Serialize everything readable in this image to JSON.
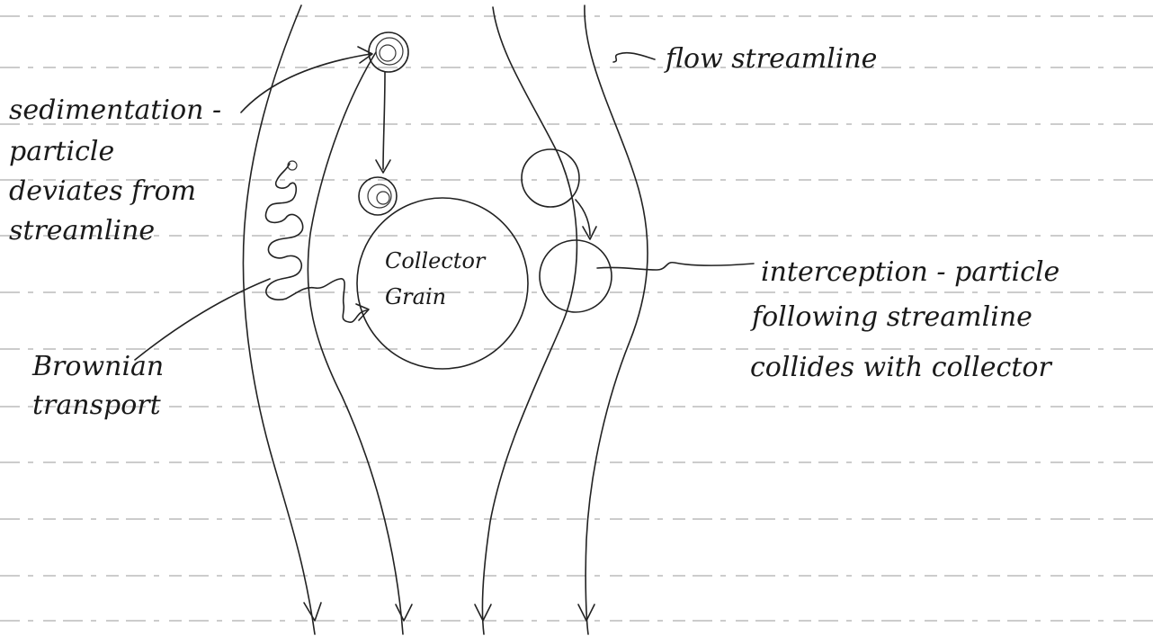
{
  "labels": {
    "flow_streamline": "flow streamline",
    "sedimentation": [
      "sedimentation -",
      "particle",
      "deviates from",
      "streamline"
    ],
    "collector": [
      "Collector",
      "Grain"
    ],
    "interception": [
      "interception - particle",
      "following streamline",
      "collides with collector"
    ],
    "brownian": [
      "Brownian",
      "transport"
    ]
  },
  "colors": {
    "ink": "#222222",
    "rule_lines": "#9a9a9a",
    "paper": "#ffffff"
  },
  "icons": [
    "arrow-head-icon",
    "particle-circle-icon"
  ]
}
